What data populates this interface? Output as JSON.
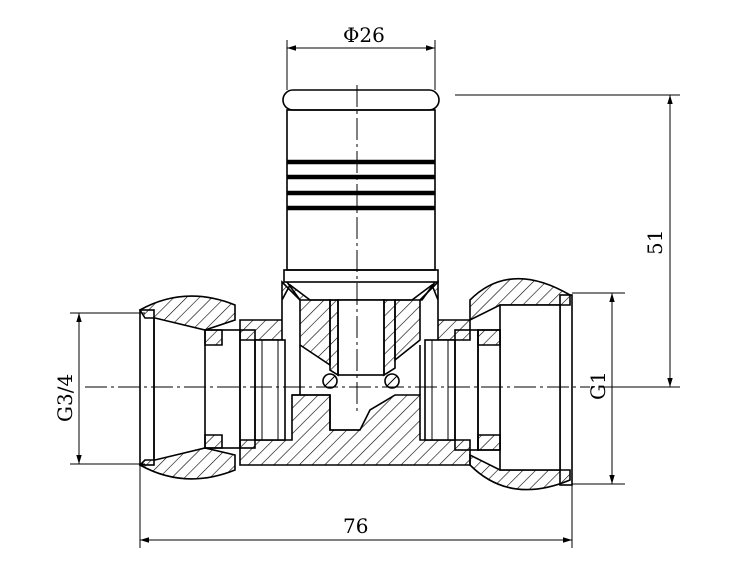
{
  "dimensions": {
    "top_diameter": "Φ26",
    "height": "51",
    "left_thread": "G3/4",
    "right_thread": "G1",
    "overall_length": "76"
  },
  "colors": {
    "line": "#000000",
    "background": "#ffffff"
  }
}
